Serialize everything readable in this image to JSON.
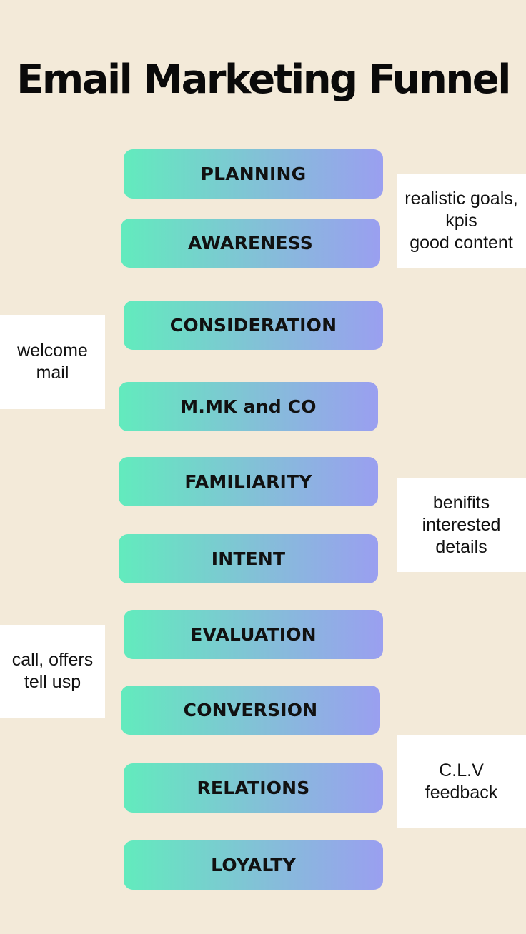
{
  "title": "Email Marketing Funnel",
  "stages": [
    "PLANNING",
    "AWARENESS",
    "CONSIDERATION",
    "M.MK and CO",
    "FAMILIARITY",
    "INTENT",
    "EVALUATION",
    "CONVERSION",
    "RELATIONS",
    "LOYALTY"
  ],
  "notes": {
    "planning_awareness": [
      "realistic goals,",
      "kpis",
      "good content"
    ],
    "consideration_mmk": [
      "welcome",
      "mail"
    ],
    "familiarity_intent": [
      "benifits",
      "interested",
      "details"
    ],
    "evaluation_conversion": [
      "call, offers",
      "tell usp"
    ],
    "relations": [
      "C.L.V",
      "feedback"
    ]
  },
  "colors": {
    "background": "#f3ead9",
    "gradient_start": "#62ebbd",
    "gradient_end": "#9a9ff0",
    "note_background": "#ffffff",
    "text": "#111111"
  }
}
